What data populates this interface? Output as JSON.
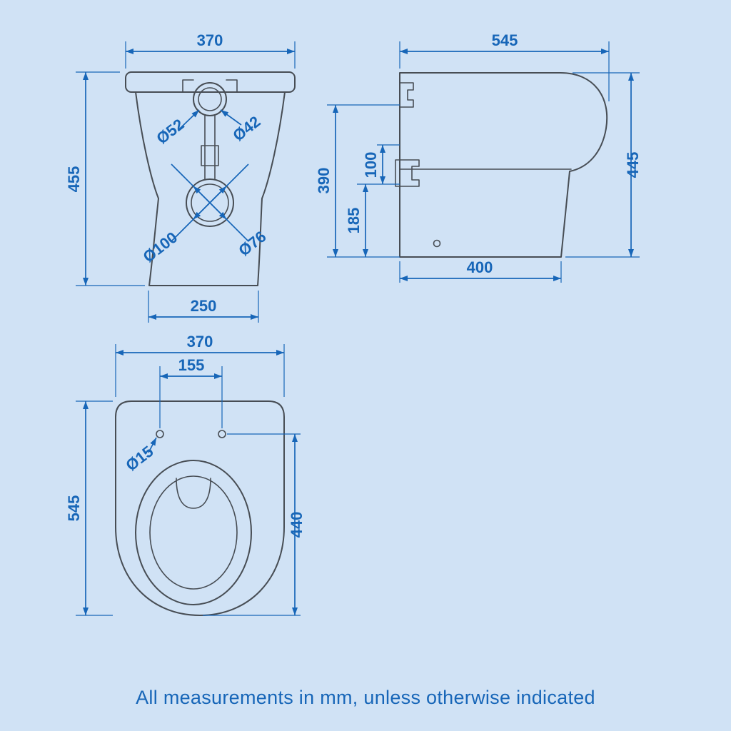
{
  "colors": {
    "background": "#d0e2f5",
    "outline": "#474d54",
    "dimension": "#1766b8"
  },
  "footer": {
    "note": "All measurements in mm, unless otherwise indicated"
  },
  "front_view": {
    "top_width": "370",
    "overall_height": "455",
    "base_width": "250",
    "flush_outer_dia": "Ø52",
    "flush_inner_dia": "Ø42",
    "outlet_outer_dia": "Ø100",
    "outlet_inner_dia": "Ø76"
  },
  "side_view": {
    "overall_depth": "545",
    "overall_height": "445",
    "rear_height": "390",
    "outlet_center_height": "185",
    "outlet_offset": "100",
    "base_depth": "400"
  },
  "top_view": {
    "overall_width": "370",
    "hinge_hole_spacing": "155",
    "hinge_hole_dia": "Ø15",
    "overall_depth": "545",
    "hinge_to_front": "440"
  }
}
